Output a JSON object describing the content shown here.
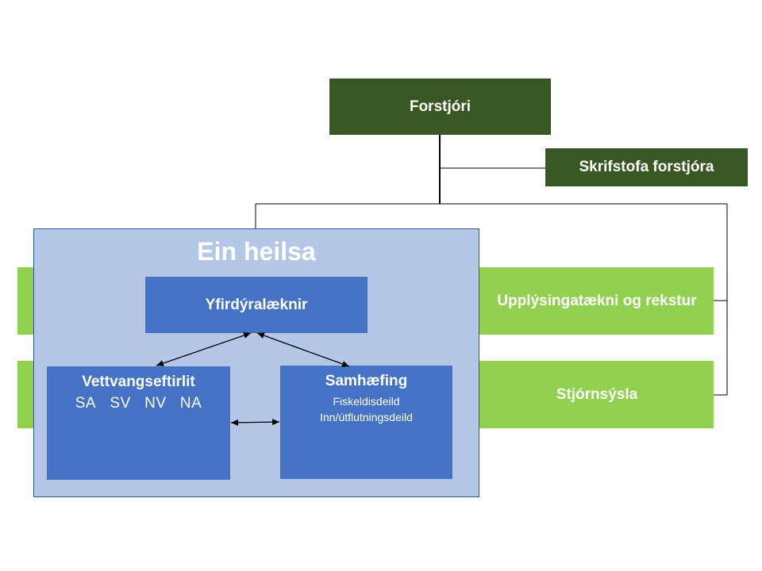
{
  "director": {
    "label": "Forstjóri"
  },
  "office": {
    "label": "Skrifstofa forstjóra"
  },
  "band_it": {
    "label": "Upplýsingatækni og rekstur"
  },
  "band_admin": {
    "label": "Stjórnsýsla"
  },
  "one_health": {
    "title": "Ein heilsa",
    "chief_vet": {
      "label": "Yfirdýralæknir"
    },
    "field_inspection": {
      "title": "Vettvangseftirlit",
      "regions": [
        "SA",
        "SV",
        "NV",
        "NA"
      ]
    },
    "coordination": {
      "title": "Samhæfing",
      "departments": [
        "Fiskeldisdeild",
        "Inn/útflutningsdeild"
      ]
    }
  },
  "colors": {
    "dark_green": "#385723",
    "light_green": "#92d050",
    "container_blue": "#b4c7e7",
    "unit_blue": "#4472c4"
  }
}
